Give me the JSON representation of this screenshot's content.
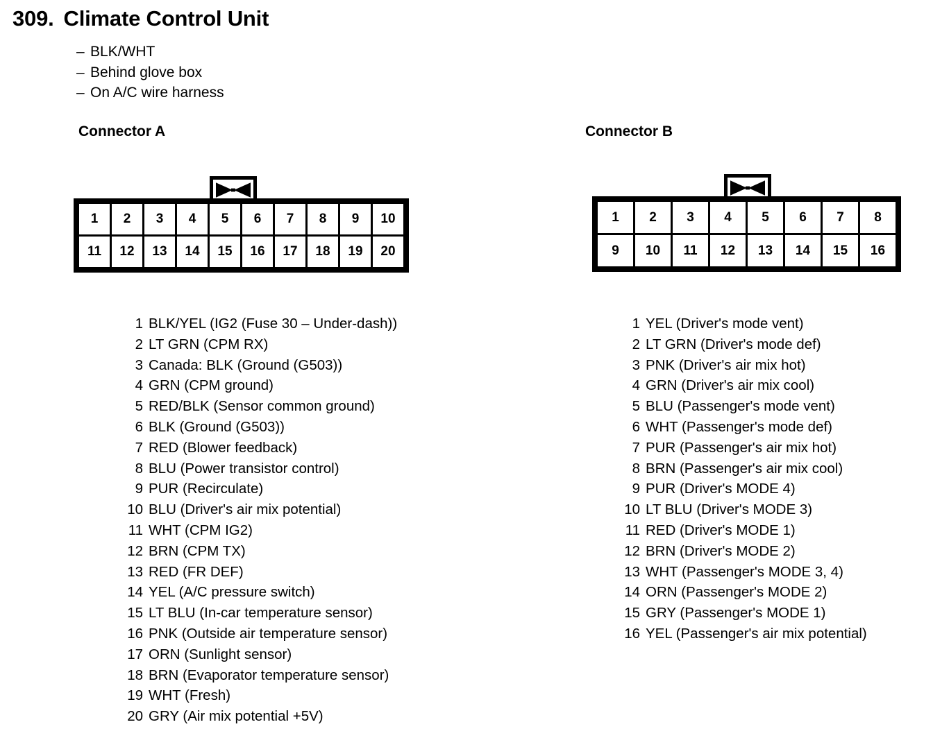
{
  "title": {
    "number": "309.",
    "name": "Climate Control Unit"
  },
  "notes": [
    "BLK/WHT",
    "Behind glove box",
    "On A/C wire harness"
  ],
  "bullet_char": "–",
  "connectors": [
    {
      "heading": "Connector A",
      "columns": 10,
      "top_row": [
        "1",
        "2",
        "3",
        "4",
        "5",
        "6",
        "7",
        "8",
        "9",
        "10"
      ],
      "bottom_row": [
        "11",
        "12",
        "13",
        "14",
        "15",
        "16",
        "17",
        "18",
        "19",
        "20"
      ],
      "latch": "bowtie-latch-tab",
      "pins": [
        {
          "no": "1",
          "desc": "BLK/YEL (IG2 (Fuse 30 – Under-dash))"
        },
        {
          "no": "2",
          "desc": "LT GRN (CPM RX)"
        },
        {
          "no": "3",
          "desc": "Canada: BLK (Ground (G503))"
        },
        {
          "no": "4",
          "desc": "GRN (CPM ground)"
        },
        {
          "no": "5",
          "desc": "RED/BLK (Sensor common ground)"
        },
        {
          "no": "6",
          "desc": "BLK (Ground (G503))"
        },
        {
          "no": "7",
          "desc": "RED (Blower feedback)"
        },
        {
          "no": "8",
          "desc": "BLU (Power transistor control)"
        },
        {
          "no": "9",
          "desc": "PUR (Recirculate)"
        },
        {
          "no": "10",
          "desc": "BLU (Driver's air mix potential)"
        },
        {
          "no": "11",
          "desc": "WHT (CPM IG2)"
        },
        {
          "no": "12",
          "desc": "BRN (CPM TX)"
        },
        {
          "no": "13",
          "desc": "RED (FR DEF)"
        },
        {
          "no": "14",
          "desc": "YEL (A/C pressure switch)"
        },
        {
          "no": "15",
          "desc": "LT BLU (In-car temperature sensor)"
        },
        {
          "no": "16",
          "desc": "PNK (Outside air temperature sensor)"
        },
        {
          "no": "17",
          "desc": "ORN (Sunlight sensor)"
        },
        {
          "no": "18",
          "desc": "BRN (Evaporator temperature sensor)"
        },
        {
          "no": "19",
          "desc": "WHT (Fresh)"
        },
        {
          "no": "20",
          "desc": "GRY (Air mix potential +5V)"
        }
      ]
    },
    {
      "heading": "Connector B",
      "columns": 8,
      "top_row": [
        "1",
        "2",
        "3",
        "4",
        "5",
        "6",
        "7",
        "8"
      ],
      "bottom_row": [
        "9",
        "10",
        "11",
        "12",
        "13",
        "14",
        "15",
        "16"
      ],
      "latch": "bowtie-latch-tab",
      "pins": [
        {
          "no": "1",
          "desc": "YEL (Driver's mode vent)"
        },
        {
          "no": "2",
          "desc": "LT GRN (Driver's mode def)"
        },
        {
          "no": "3",
          "desc": "PNK (Driver's air mix hot)"
        },
        {
          "no": "4",
          "desc": "GRN (Driver's air mix cool)"
        },
        {
          "no": "5",
          "desc": "BLU (Passenger's mode vent)"
        },
        {
          "no": "6",
          "desc": "WHT (Passenger's mode def)"
        },
        {
          "no": "7",
          "desc": "PUR (Passenger's air mix hot)"
        },
        {
          "no": "8",
          "desc": "BRN (Passenger's air mix cool)"
        },
        {
          "no": "9",
          "desc": "PUR (Driver's MODE 4)"
        },
        {
          "no": "10",
          "desc": "LT BLU (Driver's MODE 3)"
        },
        {
          "no": "11",
          "desc": "RED (Driver's MODE 1)"
        },
        {
          "no": "12",
          "desc": "BRN (Driver's MODE 2)"
        },
        {
          "no": "13",
          "desc": "WHT (Passenger's MODE 3, 4)"
        },
        {
          "no": "14",
          "desc": "ORN (Passenger's MODE 2)"
        },
        {
          "no": "15",
          "desc": "GRY (Passenger's MODE 1)"
        },
        {
          "no": "16",
          "desc": "YEL (Passenger's air mix potential)"
        }
      ]
    }
  ],
  "colors": {
    "ink": "#000000",
    "paper": "#ffffff"
  }
}
